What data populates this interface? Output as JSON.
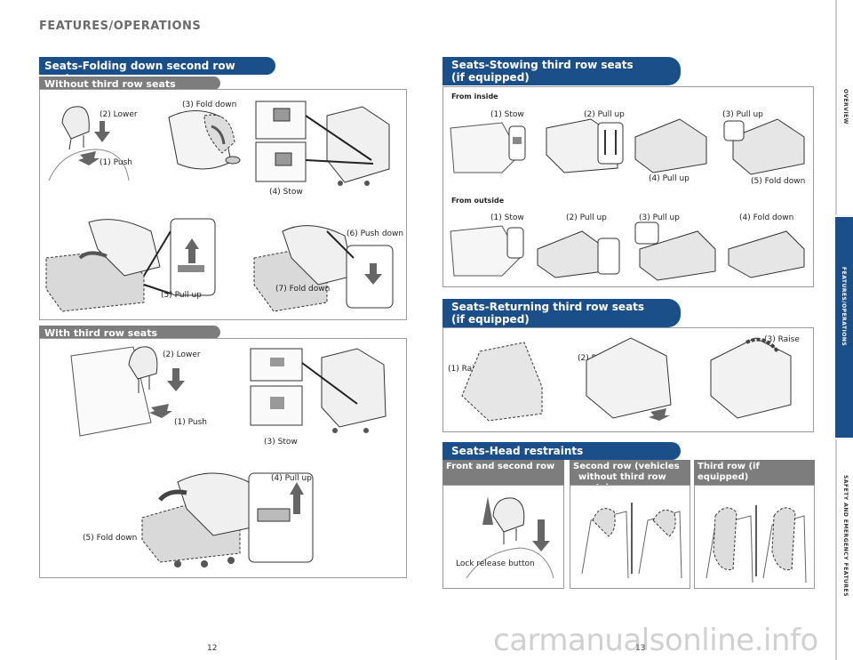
{
  "header": {
    "section": "FEATURES/OPERATIONS"
  },
  "left": {
    "title": "Seats-Folding down second row seats",
    "without": {
      "bar": "Without third row seats",
      "labels": [
        "(2) Lower",
        "(1) Push",
        "(3) Fold down",
        "(4) Stow",
        "(5) Pull up",
        "(6) Push down",
        "(7) Fold down"
      ]
    },
    "with": {
      "bar": "With third row seats",
      "labels": [
        "(2) Lower",
        "(1) Push",
        "(3) Stow",
        "(4) Pull up",
        "(5) Fold down"
      ]
    },
    "page": "12"
  },
  "right": {
    "stow": {
      "title_line1": "Seats-Stowing third row seats",
      "title_line2": "(if equipped)",
      "inside": "From inside",
      "inside_labels": [
        "(1) Stow",
        "(2) Pull up",
        "(4) Pull up",
        "(3) Pull up",
        "(5) Fold down"
      ],
      "outside": "From outside",
      "outside_labels": [
        "(1) Stow",
        "(2) Pull up",
        "(3) Pull up",
        "(4) Fold down"
      ]
    },
    "returning": {
      "title_line1": "Seats-Returning third row seats",
      "title_line2": "(if equipped)",
      "labels": [
        "(1) Raise",
        "(2) Pull",
        "(3) Raise"
      ]
    },
    "head": {
      "title": "Seats-Head restraints",
      "col1": "Front and second row",
      "col2_line1": "Second row (vehicles",
      "col2_line2": "without third row seats)",
      "col3": "Third row (if equipped)",
      "lock": "Lock release button"
    },
    "page": "13"
  },
  "sidebar": {
    "tabs": [
      "OVERVIEW",
      "FEATURES/OPERATIONS",
      "SAFETY AND EMERGENCY FEATURES"
    ]
  },
  "watermark": "carmanualsonline.info"
}
